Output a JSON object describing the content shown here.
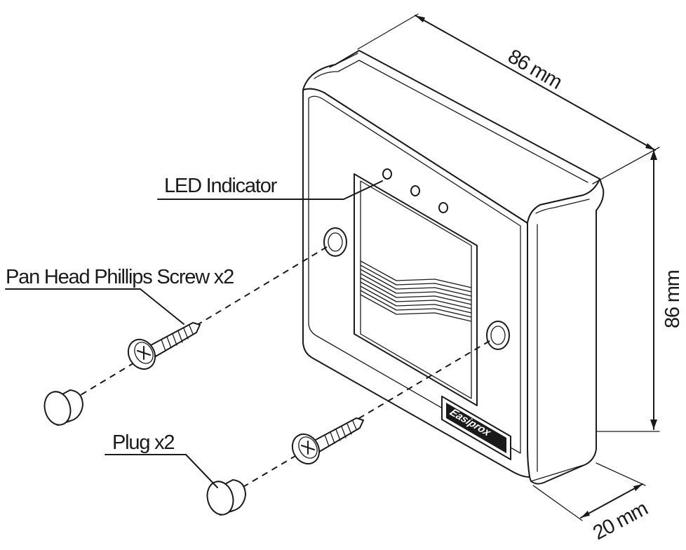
{
  "labels": {
    "led_indicator": "LED Indicator",
    "screw": "Pan Head Phillips Screw x2",
    "plug": "Plug x2",
    "brand": "Easiprox"
  },
  "dimensions": {
    "width": "86 mm",
    "height": "86 mm",
    "depth": "20 mm"
  },
  "colors": {
    "line": "#1a1a1a",
    "background": "#ffffff"
  }
}
